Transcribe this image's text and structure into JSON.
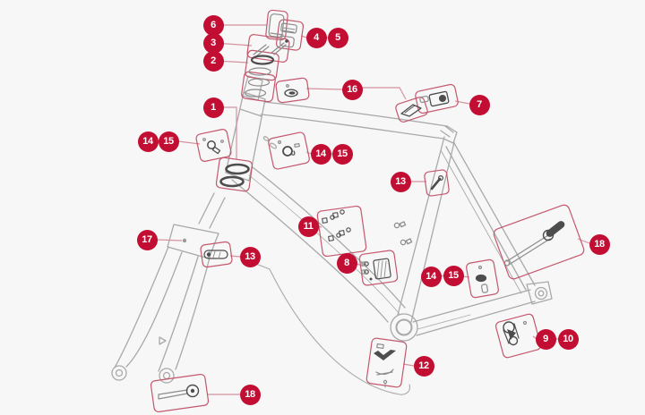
{
  "diagram": {
    "kind": "exploded-parts-diagram",
    "subject": "Road bike frameset line drawing with numbered spare-part callouts",
    "badges": [
      {
        "label": "6"
      },
      {
        "label": "3"
      },
      {
        "label": "2"
      },
      {
        "label": "4"
      },
      {
        "label": "5"
      },
      {
        "label": "16"
      },
      {
        "label": "7"
      },
      {
        "label": "1"
      },
      {
        "label": "14"
      },
      {
        "label": "15"
      },
      {
        "label": "14"
      },
      {
        "label": "15"
      },
      {
        "label": "13"
      },
      {
        "label": "17"
      },
      {
        "label": "13"
      },
      {
        "label": "11"
      },
      {
        "label": "8"
      },
      {
        "label": "18"
      },
      {
        "label": "14"
      },
      {
        "label": "15"
      },
      {
        "label": "9"
      },
      {
        "label": "10"
      },
      {
        "label": "12"
      },
      {
        "label": "18"
      }
    ]
  },
  "colors": {
    "background": "#f7f7f7",
    "badge_fill": "#c20e32",
    "badge_text": "#ffffff",
    "leader_line": "#d4939f",
    "callout_box_border": "#c4586d",
    "drawing_stroke": "#a9a9a9",
    "drawing_detail": "#8c8c8c",
    "drawing_dark": "#4d4d4d"
  }
}
